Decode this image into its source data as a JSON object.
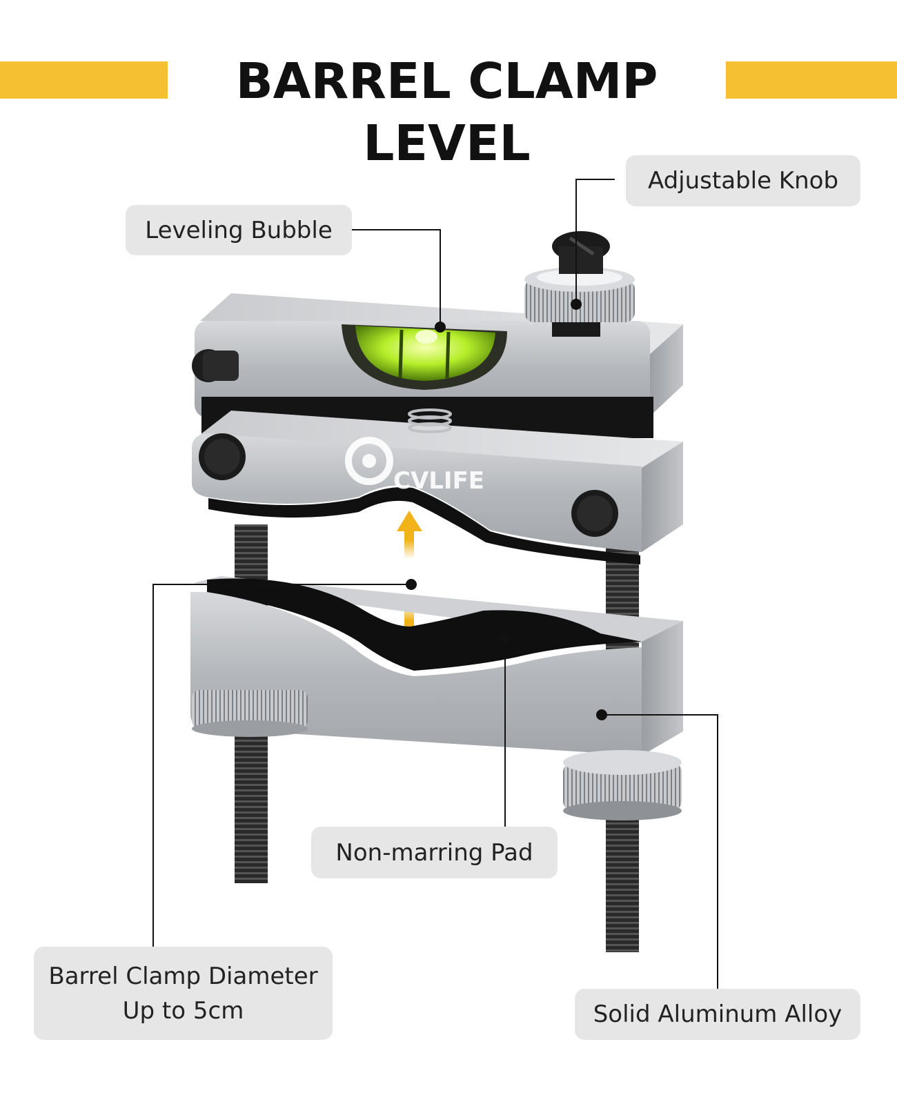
{
  "title": "BARREL CLAMP LEVEL",
  "brand": "CVLIFE",
  "labels": {
    "adjustable_knob": "Adjustable Knob",
    "leveling_bubble": "Leveling Bubble",
    "non_marring_pad": "Non-marring Pad",
    "barrel_clamp_line1": "Barrel Clamp Diameter",
    "barrel_clamp_line2": "Up to 5cm",
    "solid_aluminum": "Solid Aluminum Alloy"
  },
  "colors": {
    "accent": "#f5c031",
    "arrow": "#f2b21a",
    "label_bg": "#e6e6e6",
    "metal": "#b9bcc0",
    "bubble": "#9fe01a"
  }
}
